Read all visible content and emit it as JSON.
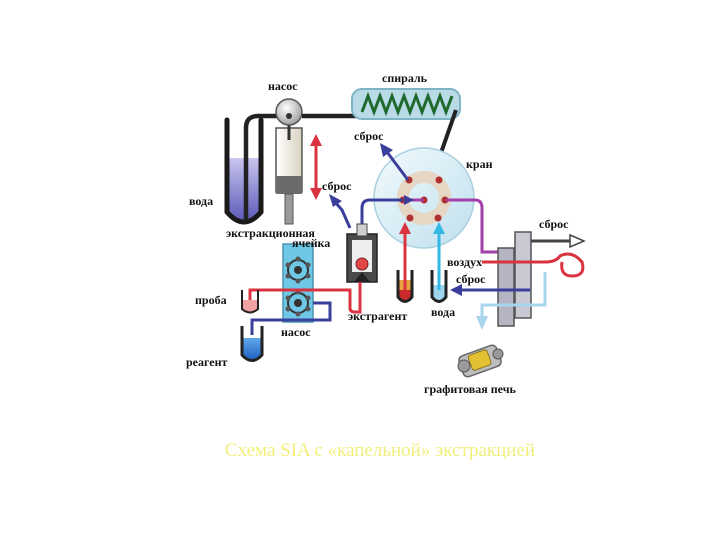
{
  "labels": {
    "pump_top": "насос",
    "coil": "спираль",
    "waste_top": "сброс",
    "valve": "кран",
    "water_left": "вода",
    "waste_mid": "сброс",
    "waste_right": "сброс",
    "cell_line1": "экстракционная",
    "cell_line2": "ячейка",
    "air": "воздух",
    "waste_lower": "сброс",
    "sample": "проба",
    "pump_bottom": "насос",
    "reagent": "реагент",
    "extractant": "экстрагент",
    "water_right": "вода",
    "furnace": "графитовая печь"
  },
  "caption": "Схема SIA с «капельной» экстракцией",
  "colors": {
    "flow_red": "#d9333f",
    "flow_blue": "#3b3f9c",
    "flow_cyan": "#33b8e6",
    "flow_purple": "#a23fa9",
    "tube": "#222222",
    "valve_fill": "#d4ecf6",
    "coil_fill": "#b9dbe6",
    "coil_wire": "#1f6b2f",
    "caption": "#f2ef7a"
  }
}
